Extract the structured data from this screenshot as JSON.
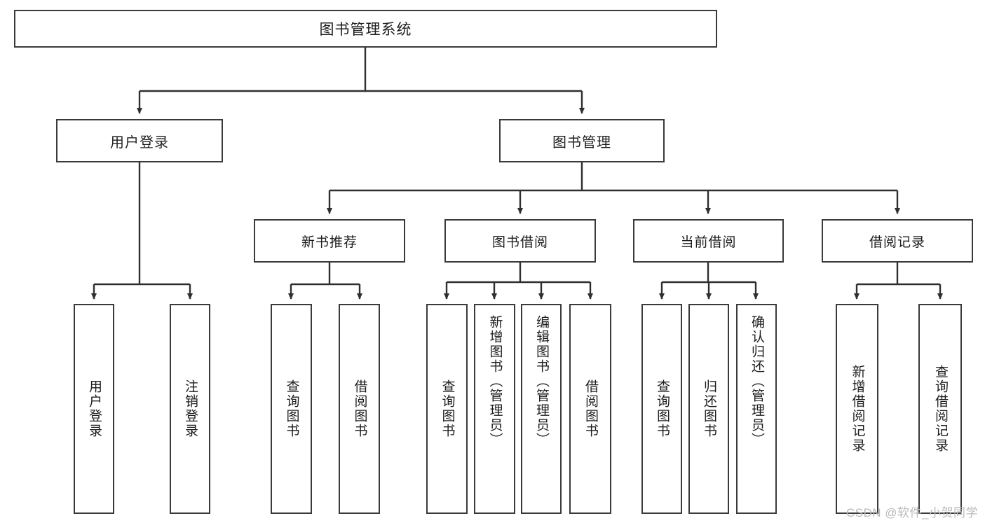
{
  "diagram": {
    "title_box": {
      "label": "图书管理系统"
    },
    "level2": [
      {
        "id": "user-login",
        "label": "用户登录"
      },
      {
        "id": "book-management",
        "label": "图书管理"
      }
    ],
    "level3": [
      {
        "id": "new-book-recommend",
        "label": "新书推荐"
      },
      {
        "id": "book-borrow",
        "label": "图书借阅"
      },
      {
        "id": "current-borrow",
        "label": "当前借阅"
      },
      {
        "id": "borrow-record",
        "label": "借阅记录"
      }
    ],
    "leaves": {
      "user_login": [
        {
          "id": "leaf-user-login",
          "label": "用户登录"
        },
        {
          "id": "leaf-logout-login",
          "label": "注销登录"
        }
      ],
      "new_book_recommend": [
        {
          "id": "leaf-query-book-1",
          "label": "查询图书"
        },
        {
          "id": "leaf-borrow-book-1",
          "label": "借阅图书"
        }
      ],
      "book_borrow": [
        {
          "id": "leaf-query-book-2",
          "label": "查询图书"
        },
        {
          "id": "leaf-add-book-admin",
          "label": "新增图书（管理员）"
        },
        {
          "id": "leaf-edit-book-admin",
          "label": "编辑图书（管理员）"
        },
        {
          "id": "leaf-borrow-book-2",
          "label": "借阅图书"
        }
      ],
      "current_borrow": [
        {
          "id": "leaf-query-book-3",
          "label": "查询图书"
        },
        {
          "id": "leaf-return-book",
          "label": "归还图书"
        },
        {
          "id": "leaf-confirm-return-admin",
          "label": "确认归还（管理员）"
        }
      ],
      "borrow_record": [
        {
          "id": "leaf-add-borrow-record",
          "label": "新增借阅记录"
        },
        {
          "id": "leaf-query-borrow-record",
          "label": "查询借阅记录"
        }
      ]
    }
  },
  "watermark": {
    "text": "CSDN @软件_小贺同学"
  },
  "colors": {
    "stroke": "#3a3a3a",
    "text": "#1d1d1d",
    "background": "#ffffff",
    "watermark": "#b9b9b9"
  }
}
